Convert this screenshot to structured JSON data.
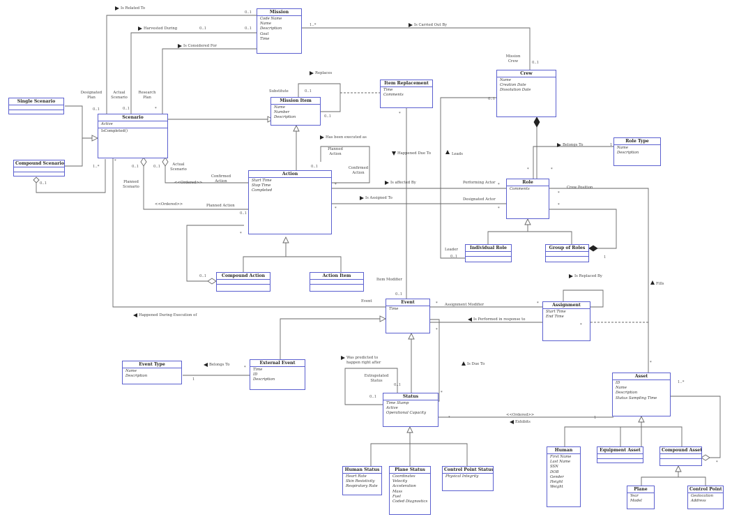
{
  "classes": {
    "mission": {
      "name": "Mission",
      "attrs": [
        "Code Name",
        "Name",
        "Description",
        "Goal",
        "Time"
      ]
    },
    "single_scenario": {
      "name": "Single Scenario",
      "attrs": []
    },
    "compound_scenario": {
      "name": "Compound Scenario",
      "attrs": []
    },
    "scenario": {
      "name": "Scenario",
      "attrs": [
        "Active"
      ],
      "ops": [
        "IsCompleted()"
      ]
    },
    "mission_item": {
      "name": "Mission Item",
      "attrs": [
        "Name",
        "Number",
        "Description"
      ]
    },
    "item_replacement": {
      "name": "Item Replacement",
      "attrs": [
        "Time",
        "Comments"
      ]
    },
    "crew": {
      "name": "Crew",
      "attrs": [
        "Name",
        "Creation Date",
        "Dissolution Date"
      ]
    },
    "role_type": {
      "name": "Role Type",
      "attrs": [
        "Name",
        "Description"
      ]
    },
    "action": {
      "name": "Action",
      "attrs": [
        "Start Time",
        "Stop Time",
        "Completed"
      ]
    },
    "role": {
      "name": "Role",
      "attrs": [
        "Comments"
      ]
    },
    "individual_role": {
      "name": "Individual Role",
      "attrs": []
    },
    "group_of_roles": {
      "name": "Group of Roles",
      "attrs": []
    },
    "compound_action": {
      "name": "Compound Action",
      "attrs": []
    },
    "action_item": {
      "name": "Action Item",
      "attrs": []
    },
    "event": {
      "name": "Event",
      "attrs": [
        "Time"
      ]
    },
    "assignment": {
      "name": "Assignment",
      "attrs": [
        "Start Time",
        "End Time"
      ]
    },
    "event_type": {
      "name": "Event Type",
      "attrs": [
        "Name",
        "Description"
      ]
    },
    "external_event": {
      "name": "External Event",
      "attrs": [
        "Time",
        "ID",
        "Description"
      ]
    },
    "status": {
      "name": "Status",
      "attrs": [
        "Time Stamp",
        "Active",
        "Operational Capacity"
      ]
    },
    "asset": {
      "name": "Asset",
      "attrs": [
        "ID",
        "Name",
        "Description",
        "Status Sampling Time"
      ]
    },
    "human_status": {
      "name": "Human Status",
      "attrs": [
        "Heart Rate",
        "Skin Resistivity",
        "Respiratory Rate"
      ]
    },
    "plane_status": {
      "name": "Plane Status",
      "attrs": [
        "Coordinates",
        "Velocity",
        "Acceleration",
        "Mass",
        "Fuel",
        "Coded Diagnostics"
      ]
    },
    "control_point_status": {
      "name": "Control Point Status",
      "attrs": [
        "Physical Integrity"
      ]
    },
    "human": {
      "name": "Human",
      "attrs": [
        "First Name",
        "Last Name",
        "SSN",
        "DOB",
        "Gender",
        "Height",
        "Weight"
      ]
    },
    "equipment_asset": {
      "name": "Equipment Asset",
      "attrs": []
    },
    "compound_asset": {
      "name": "Compound Asset",
      "attrs": []
    },
    "plane": {
      "name": "Plane",
      "attrs": [
        "Year",
        "Model"
      ]
    },
    "control_point": {
      "name": "Control Point",
      "attrs": [
        "Geolocation",
        "Address"
      ]
    }
  },
  "labels": {
    "is_related_to": "Is Related To",
    "harvested_during": "Harvested During",
    "is_considered_for": "Is Considered For",
    "is_carried_out_by": "Is Carried Out By",
    "designated_plan": "Designated Plan",
    "actual_scenario_top": "Actual Scenario",
    "research_plan": "Research Plan",
    "replaces": "Replaces",
    "substitute": "Substitute",
    "mission_crew": "Mission Crew",
    "has_been_executed_as": "Has been executed as",
    "planned_action": "Planned Action",
    "confirmed_action_right": "Confirmed Action",
    "happened_due_to": "Happened Due To",
    "leads": "Leads",
    "belongs_to_role": "Belongs To",
    "actual_scenario": "Actual Scenario",
    "confirmed_action": "Confirmed Action",
    "ordered1": "<<Ordered>>",
    "ordered2": "<<Ordered>>",
    "ordered3": "<<Ordered>>",
    "planned_scenario": "Planned Scenario",
    "planned_action_lower": "Planned Action",
    "is_affected_by": "Is affected By",
    "is_assigned_to": "Is Assigned To",
    "performing_actor": "Performing Actor",
    "designated_actor": "Designated Actor",
    "crew_position": "Crew Position",
    "leader": "Leader",
    "item_modifier": "Item Modifier",
    "is_replaced_by": "Is Replaced By",
    "fills": "Fills",
    "event_role": "Event",
    "assignment_modifier": "Assignment Modifier",
    "happened_during": "Happened During Execution of",
    "is_performed_in_response": "Is Performed in response to",
    "belongs_to_event": "Belongs To",
    "was_predicted": "Was predicted to happen right after",
    "extrapolated_status": "Extrapolated Status",
    "is_due_to": "Is Due To",
    "exhibits": "Exhibits"
  },
  "multiplicities": {
    "m1": "0..1",
    "m2": "0..1",
    "m3": "0..1",
    "m4": "1..*",
    "m5": "0..1",
    "m6": "0..1",
    "m7": "*",
    "m8": "0..1",
    "m9": "0..1",
    "m10": "1..*",
    "m11": "0..1",
    "m12": "0..1",
    "m13": "0..1",
    "m14": "*",
    "m15": "0..1",
    "m16": "*",
    "m17": "1",
    "m18": "*",
    "m19": "0..1",
    "m20": "*",
    "m21": "0..1",
    "m22": "*",
    "m23": "*",
    "m24": "0..1",
    "m25": "*",
    "m26": "*",
    "m27": "0..1",
    "m28": "*",
    "m29": "*",
    "m30": "1",
    "m31": "*",
    "m32": "0..1",
    "m33": "0..1",
    "m34": "*",
    "m35": "*",
    "m36": "1",
    "m37": "1..*",
    "m38": "*",
    "m39": "*",
    "m40": "0..1",
    "m41": "1",
    "m42": "*",
    "m43": "*",
    "m44": "*",
    "m45": "*",
    "m46": "*"
  }
}
